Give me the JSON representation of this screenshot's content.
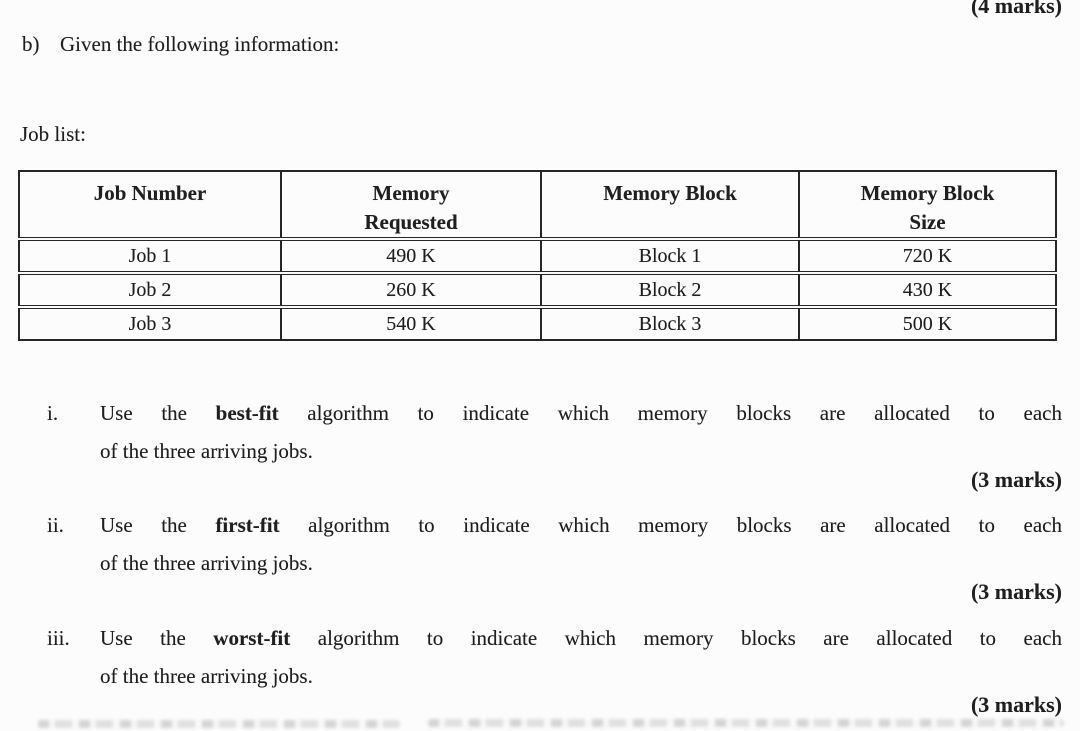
{
  "header": {
    "marks": "(4 marks)"
  },
  "intro": {
    "section_label": "b)",
    "section_text": "Given the following information:",
    "job_list_label": "Job list:"
  },
  "table": {
    "headers": [
      {
        "line1": "Job Number",
        "line2": ""
      },
      {
        "line1": "Memory",
        "line2": "Requested"
      },
      {
        "line1": "Memory Block",
        "line2": ""
      },
      {
        "line1": "Memory Block",
        "line2": "Size"
      }
    ],
    "rows": [
      {
        "job": "Job 1",
        "requested": "490 K",
        "block": "Block 1",
        "size": "720 K"
      },
      {
        "job": "Job 2",
        "requested": "260 K",
        "block": "Block 2",
        "size": "430 K"
      },
      {
        "job": "Job 3",
        "requested": "540 K",
        "block": "Block 3",
        "size": "500 K"
      }
    ]
  },
  "questions": [
    {
      "numeral": "i.",
      "line1_lead": "Use the ",
      "line1_algorithm": "best-fit",
      "line1_rest": " algorithm to indicate which memory blocks are allocated to each",
      "line2": "of the three arriving jobs.",
      "marks": "(3 marks)"
    },
    {
      "numeral": "ii.",
      "line1_lead": "Use the ",
      "line1_algorithm": "first-fit",
      "line1_rest": " algorithm to indicate which memory blocks are allocated to each",
      "line2": "of the three arriving jobs.",
      "marks": "(3 marks)"
    },
    {
      "numeral": "iii.",
      "line1_lead": "Use the ",
      "line1_algorithm": "worst-fit",
      "line1_rest": " algorithm to indicate which memory blocks are allocated to each",
      "line2": "of the three arriving jobs.",
      "marks": "(3 marks)"
    }
  ]
}
